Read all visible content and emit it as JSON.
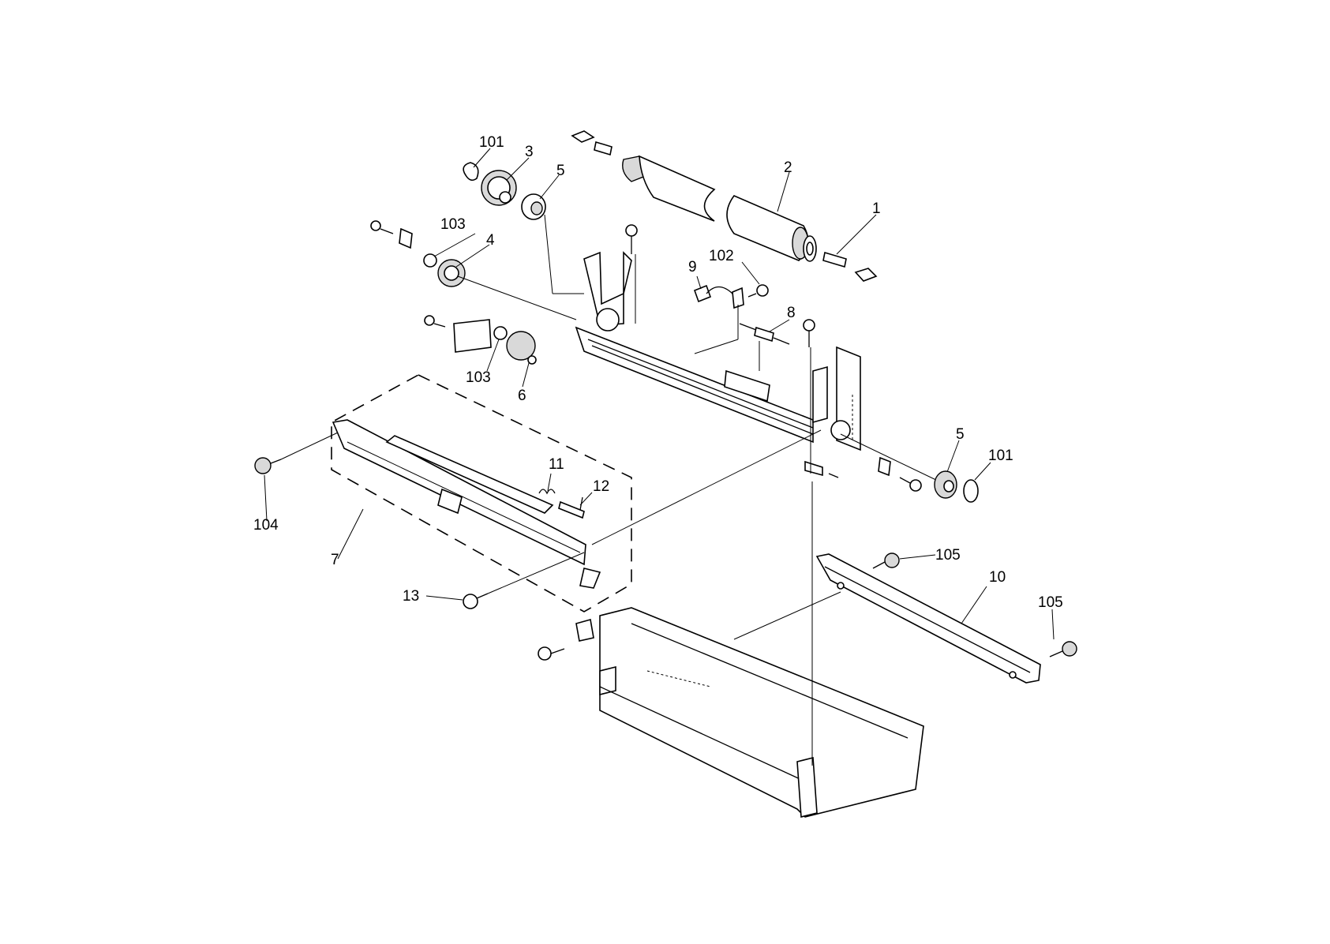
{
  "callouts": {
    "c101a": "101",
    "c3": "3",
    "c5a": "5",
    "c2": "2",
    "c1": "1",
    "c103a": "103",
    "c4": "4",
    "c102": "102",
    "c9": "9",
    "c8": "8",
    "c103b": "103",
    "c6": "6",
    "c5b": "5",
    "c101b": "101",
    "c11": "11",
    "c12": "12",
    "c104": "104",
    "c7": "7",
    "c13": "13",
    "c105a": "105",
    "c10": "10",
    "c105b": "105"
  }
}
